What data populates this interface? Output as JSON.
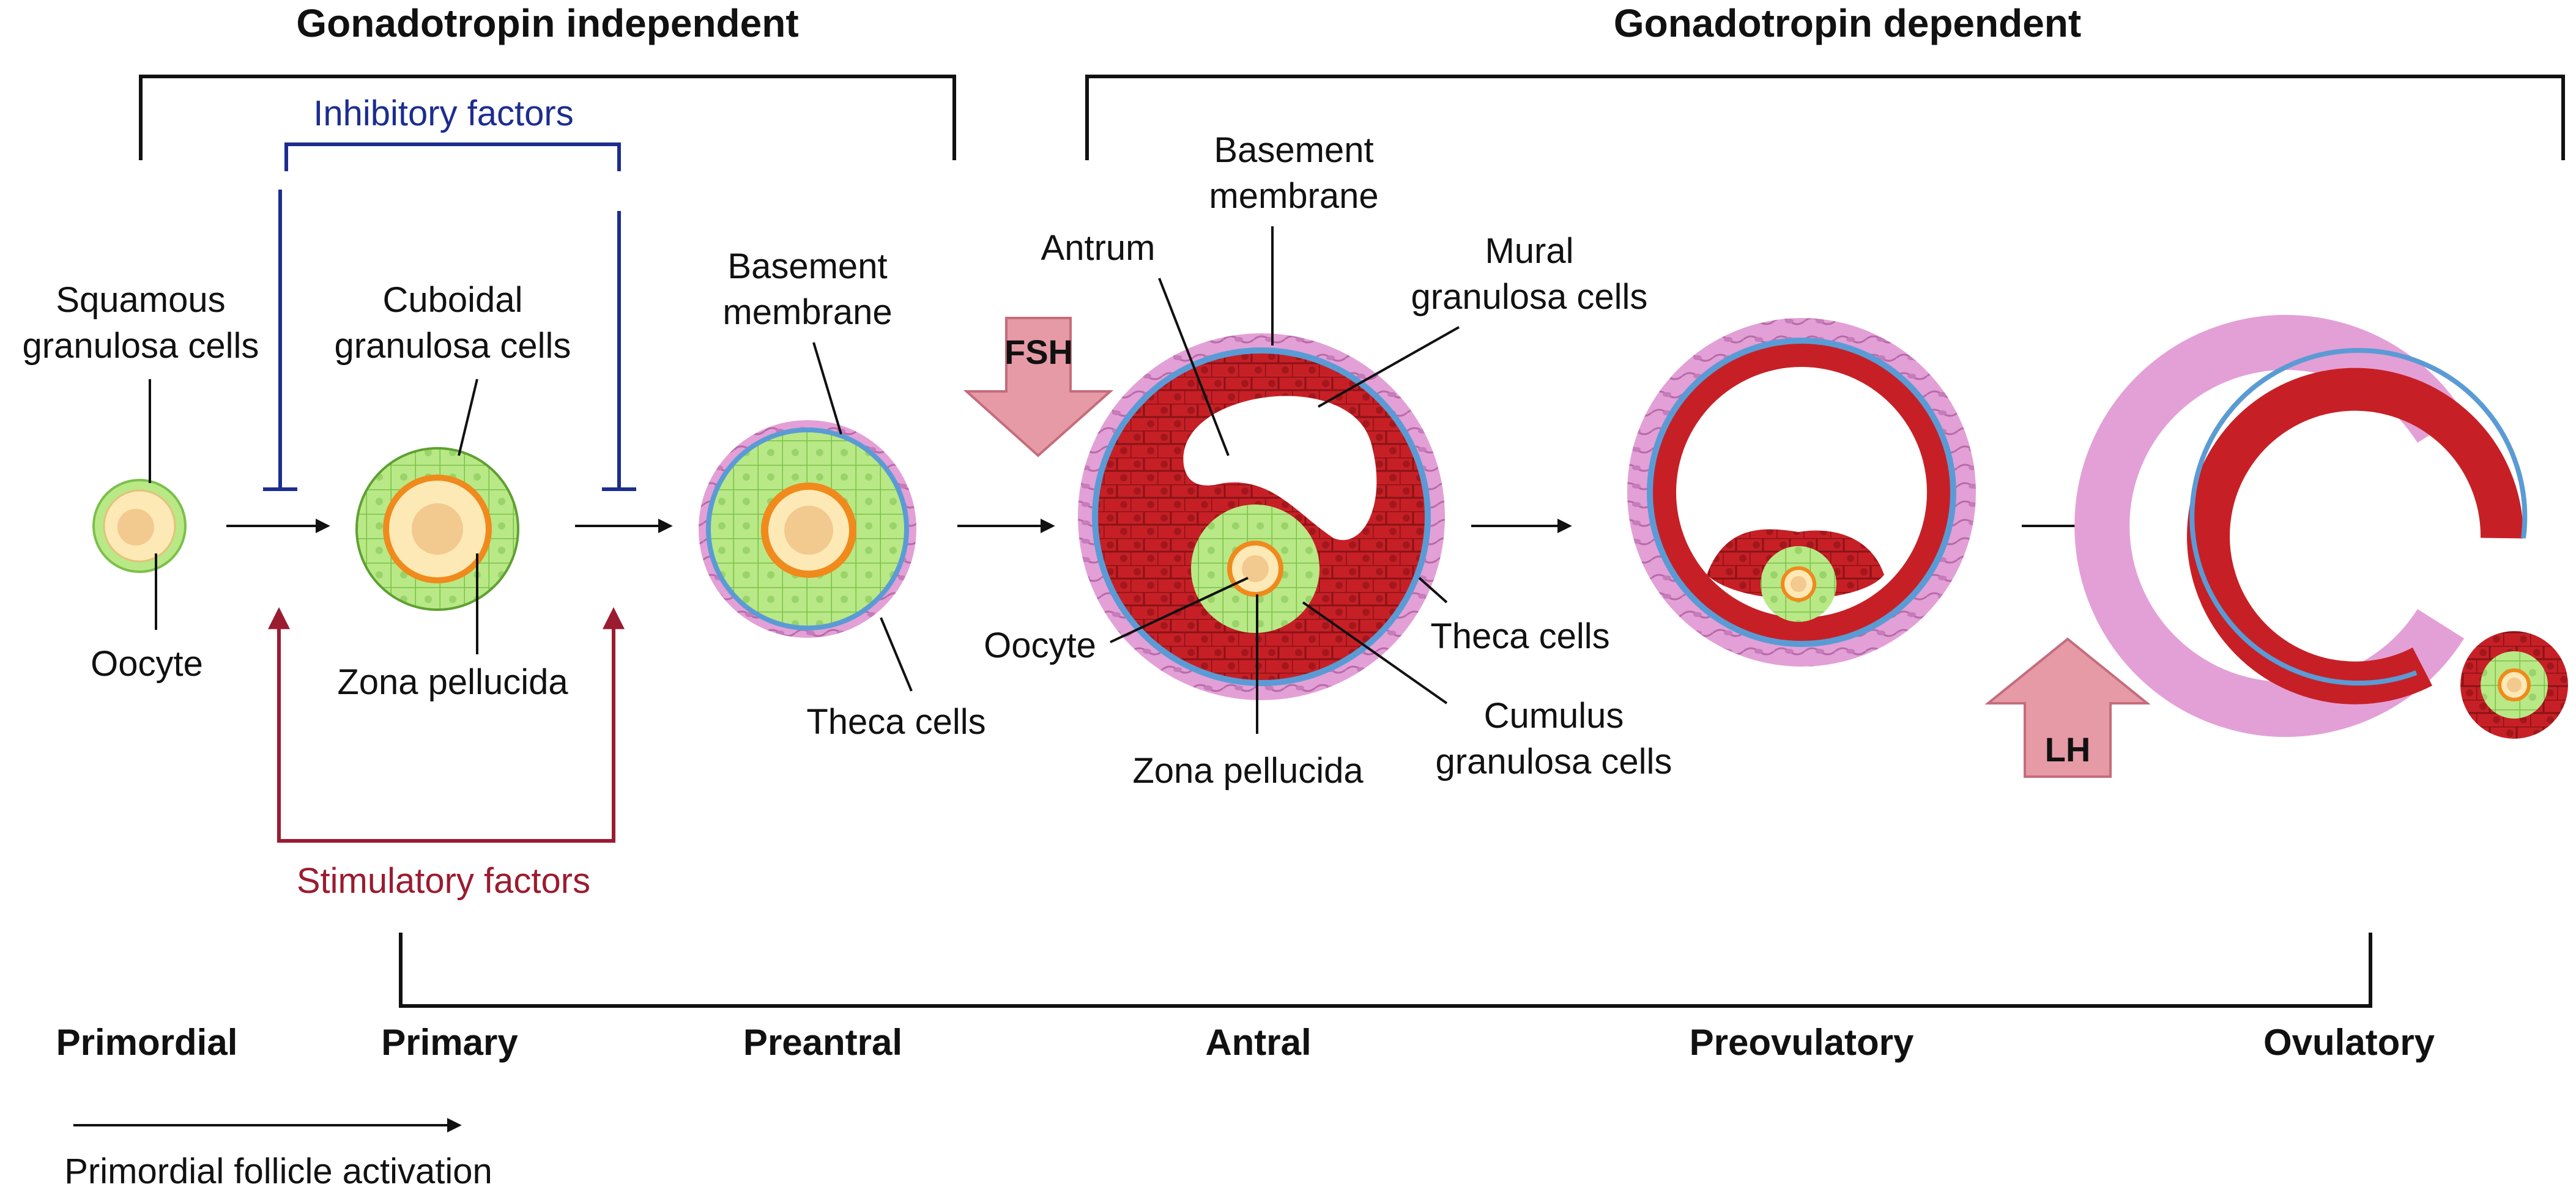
{
  "headers": {
    "independent": "Gonadotropin independent",
    "dependent": "Gonadotropin dependent"
  },
  "factors": {
    "inhibitory": "Inhibitory factors",
    "stimulatory": "Stimulatory factors"
  },
  "hormones": {
    "fsh": "FSH",
    "lh": "LH"
  },
  "stages": [
    "Primordial",
    "Primary",
    "Preantral",
    "Antral",
    "Preovulatory",
    "Ovulatory"
  ],
  "labels": {
    "primordial": {
      "squamous_1": "Squamous",
      "squamous_2": "granulosa cells",
      "oocyte": "Oocyte"
    },
    "primary": {
      "cuboidal_1": "Cuboidal",
      "cuboidal_2": "granulosa cells",
      "zona": "Zona pellucida"
    },
    "preantral": {
      "basement_1": "Basement",
      "basement_2": "membrane",
      "theca": "Theca cells"
    },
    "antral": {
      "basement_1": "Basement",
      "basement_2": "membrane",
      "antrum": "Antrum",
      "mural_1": "Mural",
      "mural_2": "granulosa cells",
      "oocyte": "Oocyte",
      "theca": "Theca cells",
      "cumulus_1": "Cumulus",
      "cumulus_2": "granulosa cells",
      "zona": "Zona pellucida"
    }
  },
  "legend": {
    "activation": "Primordial follicle activation"
  },
  "colors": {
    "granulosa_green": "#b8e986",
    "oocyte_fill": "#fde9b5",
    "zona_orange": "#f08a1c",
    "nucleus": "#f2c98e",
    "basement_blue": "#5b9bd5",
    "theca_pink": "#e3a0d6",
    "mural_red": "#c62026",
    "antrum": "#ffffff",
    "inhibitory": "#1c2d8f",
    "stimulatory": "#9b1b30",
    "hormone_arrow": "#e59aa6"
  }
}
